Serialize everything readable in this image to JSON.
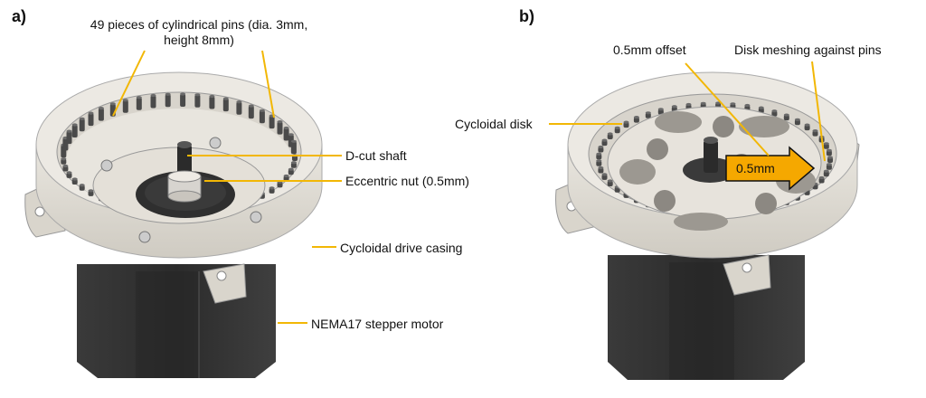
{
  "panels": {
    "a": {
      "label": "a)",
      "pins_callout_line1": "49 pieces of cylindrical pins (dia. 3mm,",
      "pins_callout_line2": "height 8mm)",
      "shaft_callout": "D-cut shaft",
      "nut_callout": "Eccentric nut (0.5mm)",
      "casing_callout": "Cycloidal drive casing",
      "motor_callout": "NEMA17  stepper motor"
    },
    "b": {
      "label": "b)",
      "offset_callout": "0.5mm  offset",
      "meshing_callout": "Disk meshing  against pins",
      "disk_callout": "Cycloidal disk",
      "offset_arrow_text": "0.5mm"
    }
  },
  "colors": {
    "callout": "#f2b705",
    "casing": "#e6e2da",
    "pins": "#4a4a4a",
    "motor": "#333333",
    "arrow_fill": "#f5a800"
  }
}
